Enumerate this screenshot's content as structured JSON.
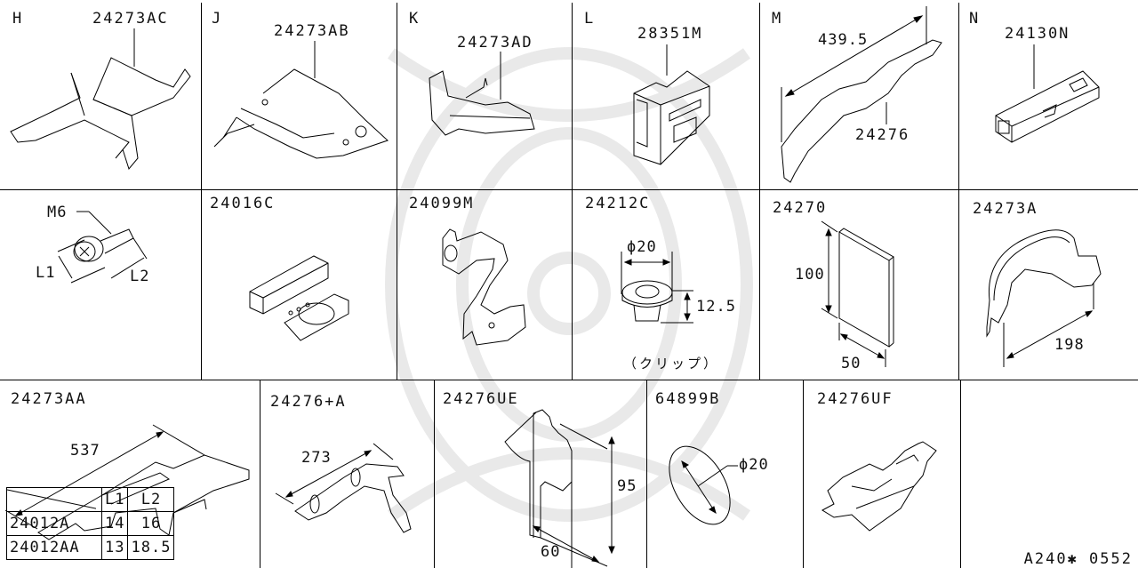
{
  "diagram": {
    "type": "parts-catalog-illustration",
    "footer_code": "A240✱ 0552",
    "cells": [
      {
        "id": "H",
        "letter": "H",
        "part_number": "24273AC"
      },
      {
        "id": "J",
        "letter": "J",
        "part_number": "24273AB"
      },
      {
        "id": "K",
        "letter": "K",
        "part_number": "24273AD"
      },
      {
        "id": "L",
        "letter": "L",
        "part_number": "28351M"
      },
      {
        "id": "M",
        "letter": "M",
        "part_number": "24276",
        "dimension": "439.5"
      },
      {
        "id": "N",
        "letter": "N",
        "part_number": "24130N"
      },
      {
        "id": "bolt",
        "thread_label": "M6",
        "dim_labels": [
          "L1",
          "L2"
        ]
      },
      {
        "id": "24016C",
        "part_number": "24016C"
      },
      {
        "id": "24099M",
        "part_number": "24099M"
      },
      {
        "id": "24212C",
        "part_number": "24212C",
        "diameter": "ϕ20",
        "height": "12.5",
        "note": "（クリップ）"
      },
      {
        "id": "24270",
        "part_number": "24270",
        "height": "100",
        "width": "50"
      },
      {
        "id": "24273A",
        "part_number": "24273A",
        "dimension": "198"
      },
      {
        "id": "24273AA",
        "part_number": "24273AA",
        "dimension": "537"
      },
      {
        "id": "24276+A",
        "part_number": "24276+A",
        "dimension": "273"
      },
      {
        "id": "24276UE",
        "part_number": "24276UE",
        "height": "95",
        "width": "60"
      },
      {
        "id": "64899B",
        "part_number": "64899B",
        "diameter": "ϕ20"
      },
      {
        "id": "24276UF",
        "part_number": "24276UF"
      }
    ],
    "bolt_table": {
      "headers": [
        "",
        "L1",
        "L2"
      ],
      "rows": [
        [
          "24012A",
          "14",
          "16"
        ],
        [
          "24012AA",
          "13",
          "18.5"
        ]
      ]
    }
  }
}
